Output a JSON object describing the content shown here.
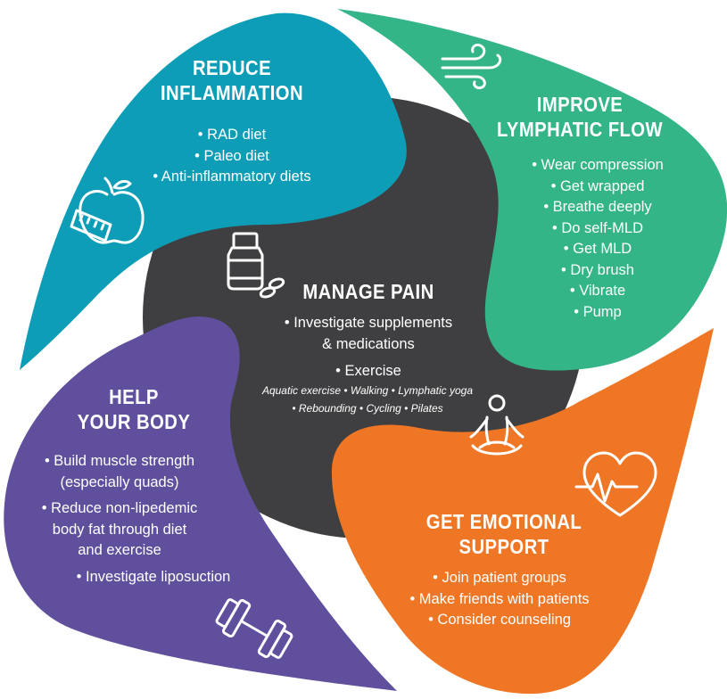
{
  "colors": {
    "inflammation": "#0E9DB7",
    "lymphatic": "#34B587",
    "pain": "#3F3F41",
    "body": "#5F4F9D",
    "emotional": "#EF7625"
  },
  "sections": {
    "inflammation": {
      "title": [
        "REDUCE",
        "INFLAMMATION"
      ],
      "items": [
        "• RAD diet",
        "• Paleo diet",
        "• Anti-inflammatory diets"
      ],
      "icon": "apple-tape-measure-icon"
    },
    "lymphatic": {
      "title": [
        "IMPROVE",
        "LYMPHATIC FLOW"
      ],
      "items": [
        "• Wear compression",
        "• Get wrapped",
        "• Breathe deeply",
        "• Do self-MLD",
        "• Get MLD",
        "• Dry brush",
        "• Vibrate",
        "• Pump"
      ],
      "icon": "wind-icon"
    },
    "pain": {
      "title": "MANAGE PAIN",
      "items": [
        "• Investigate supplements",
        "& medications",
        "• Exercise"
      ],
      "exercises": [
        "Aquatic exercise  •  Walking  •  Lymphatic yoga",
        "•  Rebounding  •  Cycling  •  Pilates"
      ],
      "icons": [
        "pill-bottle-icon",
        "meditation-icon"
      ]
    },
    "body": {
      "title": [
        "HELP",
        "YOUR BODY"
      ],
      "items": [
        [
          "• Build muscle strength",
          "(especially quads)"
        ],
        [
          "• Reduce non-lipedemic",
          "body fat through diet",
          "and exercise"
        ],
        [
          "• Investigate liposuction"
        ]
      ],
      "icon": "dumbbell-icon"
    },
    "emotional": {
      "title": [
        "GET EMOTIONAL",
        "SUPPORT"
      ],
      "items": [
        "• Join patient groups",
        "• Make friends with patients",
        "• Consider counseling"
      ],
      "icon": "heart-rate-icon"
    }
  }
}
